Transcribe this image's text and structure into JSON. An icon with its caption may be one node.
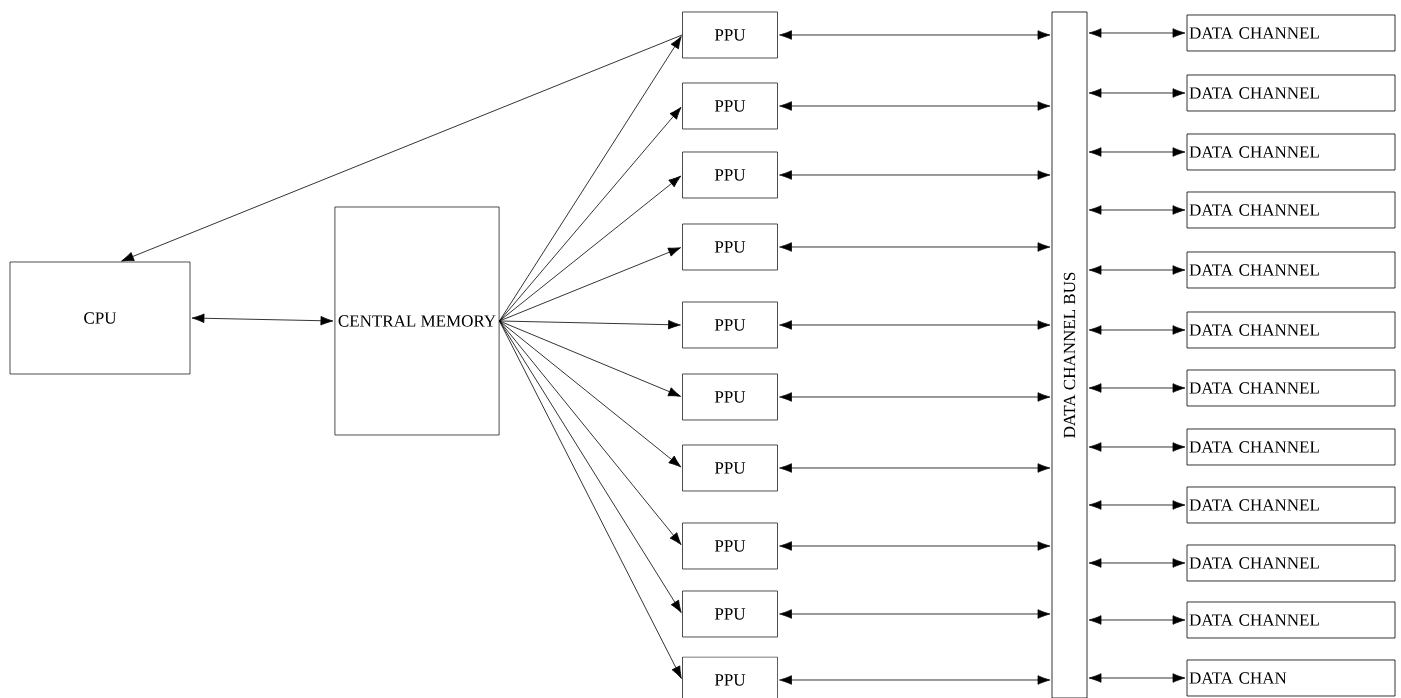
{
  "diagram": {
    "nodes": [
      {
        "text": [
          "CPU"
        ]
      },
      {
        "text": [
          "CENTRAL MEMORY"
        ]
      },
      {
        "text": [
          "PPU"
        ]
      },
      {
        "text": [
          "PPU"
        ]
      },
      {
        "text": [
          "PPU"
        ]
      },
      {
        "text": [
          "PPU"
        ]
      },
      {
        "text": [
          "PPU"
        ]
      },
      {
        "text": [
          "PPU"
        ]
      },
      {
        "text": [
          "PPU"
        ]
      },
      {
        "text": [
          "PPU"
        ]
      },
      {
        "text": [
          "PPU"
        ]
      },
      {
        "text": [
          "PPU"
        ]
      },
      {
        "text": [
          "DATA CHANNEL BUS"
        ]
      },
      {
        "text": [
          "DATA CHANNEL"
        ]
      },
      {
        "text": [
          "DATA CHANNEL"
        ]
      },
      {
        "text": [
          "DATA CHANNEL"
        ]
      },
      {
        "text": [
          "DATA CHANNEL"
        ]
      },
      {
        "text": [
          "DATA CHANNEL"
        ]
      },
      {
        "text": [
          "DATA CHANNEL"
        ]
      },
      {
        "text": [
          "DATA CHANNEL"
        ]
      },
      {
        "text": [
          "DATA CHANNEL"
        ]
      },
      {
        "text": [
          "DATA CHANNEL"
        ]
      },
      {
        "text": [
          "DATA CHANNEL"
        ]
      },
      {
        "text": [
          "DATA CHANNEL"
        ]
      },
      {
        "text": [
          "DATA CHAN"
        ]
      }
    ],
    "edges": [
      {
        "from": 0,
        "to": 1,
        "arrow": "both"
      },
      {
        "from": 2,
        "to": 0,
        "arrow": "to"
      },
      {
        "from": 1,
        "to": 2,
        "arrow": "to"
      },
      {
        "from": 1,
        "to": 3,
        "arrow": "to"
      },
      {
        "from": 1,
        "to": 4,
        "arrow": "to"
      },
      {
        "from": 1,
        "to": 5,
        "arrow": "to"
      },
      {
        "from": 1,
        "to": 6,
        "arrow": "to"
      },
      {
        "from": 1,
        "to": 7,
        "arrow": "to"
      },
      {
        "from": 1,
        "to": 8,
        "arrow": "to"
      },
      {
        "from": 1,
        "to": 9,
        "arrow": "to"
      },
      {
        "from": 1,
        "to": 10,
        "arrow": "to"
      },
      {
        "from": 1,
        "to": 11,
        "arrow": "to"
      },
      {
        "from": 2,
        "to": 12,
        "arrow": "both"
      },
      {
        "from": 3,
        "to": 12,
        "arrow": "both"
      },
      {
        "from": 4,
        "to": 12,
        "arrow": "both"
      },
      {
        "from": 5,
        "to": 12,
        "arrow": "both"
      },
      {
        "from": 6,
        "to": 12,
        "arrow": "both"
      },
      {
        "from": 7,
        "to": 12,
        "arrow": "both"
      },
      {
        "from": 8,
        "to": 12,
        "arrow": "both"
      },
      {
        "from": 9,
        "to": 12,
        "arrow": "both"
      },
      {
        "from": 10,
        "to": 12,
        "arrow": "both"
      },
      {
        "from": 11,
        "to": 12,
        "arrow": "both"
      },
      {
        "from": 12,
        "to": 13,
        "arrow": "both"
      },
      {
        "from": 12,
        "to": 14,
        "arrow": "both"
      },
      {
        "from": 12,
        "to": 15,
        "arrow": "both"
      },
      {
        "from": 12,
        "to": 16,
        "arrow": "both"
      },
      {
        "from": 12,
        "to": 17,
        "arrow": "both"
      },
      {
        "from": 12,
        "to": 18,
        "arrow": "both"
      },
      {
        "from": 12,
        "to": 19,
        "arrow": "both"
      },
      {
        "from": 12,
        "to": 20,
        "arrow": "both"
      },
      {
        "from": 12,
        "to": 21,
        "arrow": "both"
      },
      {
        "from": 12,
        "to": 22,
        "arrow": "both"
      },
      {
        "from": 12,
        "to": 23,
        "arrow": "both"
      },
      {
        "from": 12,
        "to": 24,
        "arrow": "both"
      }
    ]
  }
}
